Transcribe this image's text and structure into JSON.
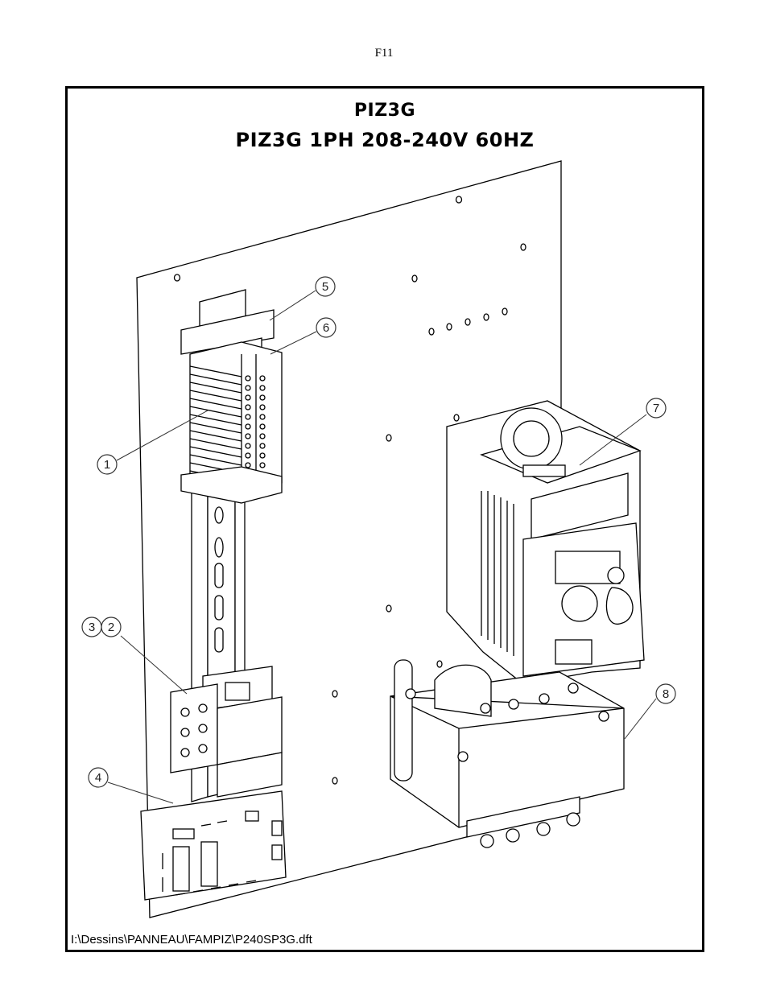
{
  "page_label": "F11",
  "title_line1": "PIZ3G",
  "title_line2": "PIZ3G 1PH 208-240V 60HZ",
  "file_path": "I:\\Dessins\\PANNEAU\\FAMPIZ\\P240SP3G.dft",
  "callouts": [
    "1",
    "2",
    "3",
    "4",
    "5",
    "6",
    "7",
    "8"
  ]
}
